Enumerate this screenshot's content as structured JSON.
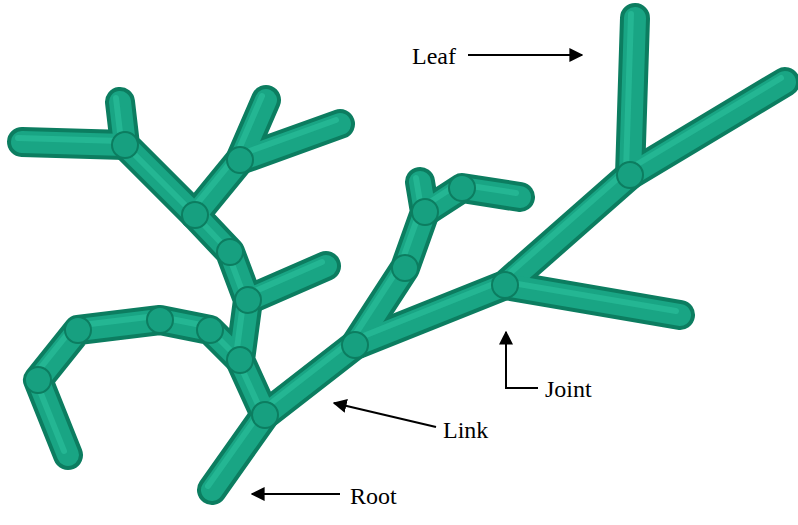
{
  "diagram": {
    "labels": [
      "Leaf",
      "Joint",
      "Link",
      "Root"
    ]
  }
}
